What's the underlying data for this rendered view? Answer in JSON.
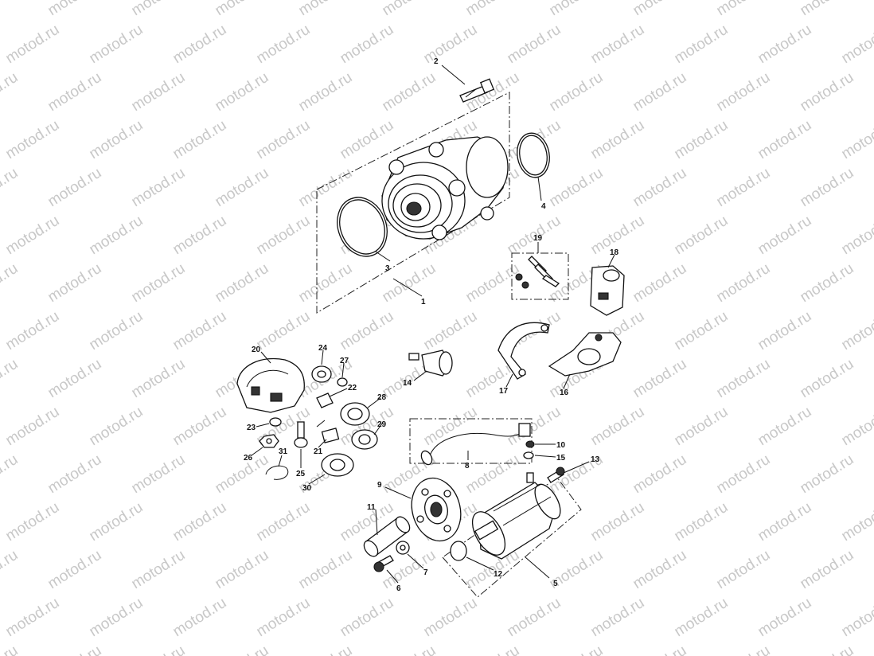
{
  "watermark": {
    "text": "motod.ru"
  },
  "callouts": {
    "c1": "1",
    "c2": "2",
    "c3": "3",
    "c4": "4",
    "c5": "5",
    "c6": "6",
    "c7": "7",
    "c8": "8",
    "c9": "9",
    "c10": "10",
    "c11": "11",
    "c12": "12",
    "c13": "13",
    "c14": "14",
    "c15": "15",
    "c16": "16",
    "c17": "17",
    "c18": "18",
    "c19": "19",
    "c20": "20",
    "c21": "21",
    "c22": "22",
    "c23": "23",
    "c24": "24",
    "c25": "25",
    "c26": "26",
    "c27": "27",
    "c28": "28",
    "c29": "29",
    "c30": "30",
    "c31": "31"
  }
}
